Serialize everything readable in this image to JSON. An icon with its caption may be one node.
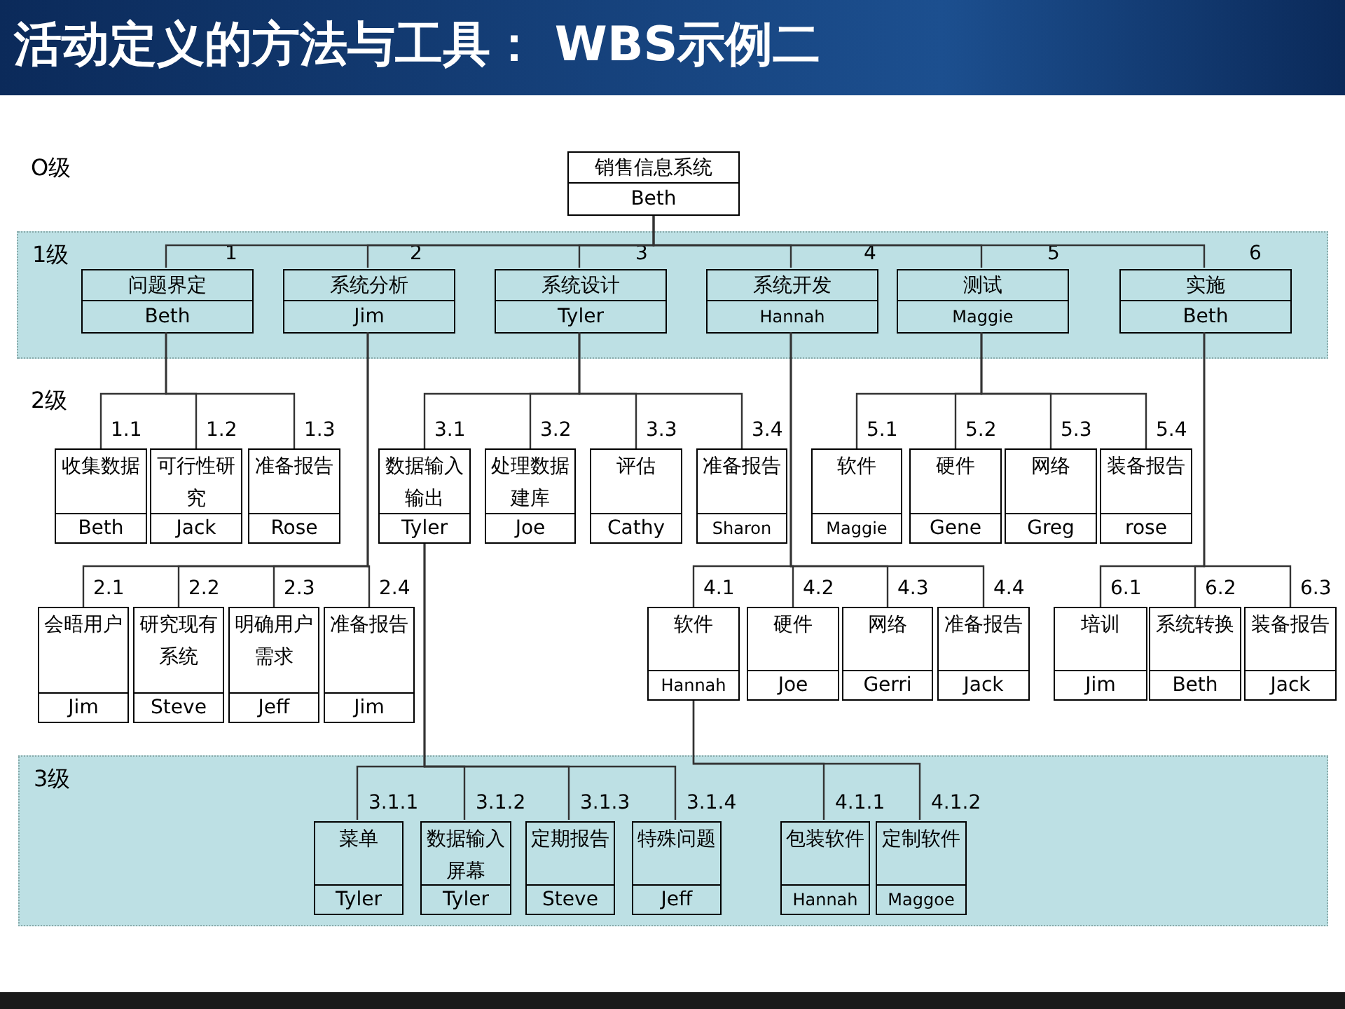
{
  "diagram": {
    "title": "活动定义的方法与工具： WBS示例二",
    "nodes": [
      {
        "text": [
          "销售信息系统",
          "Beth"
        ]
      },
      {
        "text": [
          "1级"
        ]
      },
      {
        "text": [
          "问题界定",
          "Beth"
        ],
        "in": 1,
        "beside": [
          "1"
        ]
      },
      {
        "text": [
          "系统分析",
          "Jim"
        ],
        "in": 1,
        "beside": [
          "2"
        ]
      },
      {
        "text": [
          "系统设计",
          "Tyler"
        ],
        "in": 1,
        "beside": [
          "3"
        ]
      },
      {
        "text": [
          "系统开发",
          "Hannah"
        ],
        "in": 1,
        "beside": [
          "4"
        ]
      },
      {
        "text": [
          "测试",
          "Maggie"
        ],
        "in": 1,
        "beside": [
          "5"
        ]
      },
      {
        "text": [
          "实施",
          "Beth"
        ],
        "in": 1,
        "beside": [
          "6"
        ]
      },
      {
        "text": [
          "收集数据",
          "Beth"
        ],
        "beside": [
          "1.1"
        ]
      },
      {
        "text": [
          "可行性研究",
          "Jack"
        ],
        "beside": [
          "1.2"
        ]
      },
      {
        "text": [
          "准备报告",
          "Rose"
        ],
        "beside": [
          "1.3"
        ]
      },
      {
        "text": [
          "数据输入输出",
          "Tyler"
        ],
        "beside": [
          "3.1"
        ]
      },
      {
        "text": [
          "处理数据建库",
          "Joe"
        ],
        "beside": [
          "3.2"
        ]
      },
      {
        "text": [
          "评估",
          "Cathy"
        ],
        "beside": [
          "3.3"
        ]
      },
      {
        "text": [
          "准备报告",
          "Sharon"
        ],
        "beside": [
          "3.4"
        ]
      },
      {
        "text": [
          "软件",
          "Maggie"
        ],
        "beside": [
          "5.1"
        ]
      },
      {
        "text": [
          "硬件",
          "Gene"
        ],
        "beside": [
          "5.2"
        ]
      },
      {
        "text": [
          "网络",
          "Greg"
        ],
        "beside": [
          "5.3"
        ]
      },
      {
        "text": [
          "装备报告",
          "rose"
        ],
        "beside": [
          "5.4"
        ]
      },
      {
        "text": [
          "会晤用户",
          "Jim"
        ],
        "beside": [
          "2.1"
        ]
      },
      {
        "text": [
          "研究现有系统",
          "Steve"
        ],
        "beside": [
          "2.2"
        ]
      },
      {
        "text": [
          "明确用户需求",
          "Jeff"
        ],
        "beside": [
          "2.3"
        ]
      },
      {
        "text": [
          "准备报告",
          "Jim"
        ],
        "beside": [
          "2.4"
        ]
      },
      {
        "text": [
          "软件",
          "Hannah"
        ],
        "beside": [
          "4.1"
        ]
      },
      {
        "text": [
          "硬件",
          "Joe"
        ],
        "beside": [
          "4.2"
        ]
      },
      {
        "text": [
          "网络",
          "Gerri"
        ],
        "beside": [
          "4.3"
        ]
      },
      {
        "text": [
          "准备报告",
          "Jack"
        ],
        "beside": [
          "4.4"
        ]
      },
      {
        "text": [
          "培训",
          "Jim"
        ],
        "beside": [
          "6.1"
        ]
      },
      {
        "text": [
          "系统转换",
          "Beth"
        ],
        "beside": [
          "6.2"
        ]
      },
      {
        "text": [
          "装备报告",
          "Jack"
        ],
        "beside": [
          "6.3"
        ]
      },
      {
        "text": [
          "3级"
        ]
      },
      {
        "text": [
          "菜单",
          "Tyler"
        ],
        "in": 30,
        "beside": [
          "3.1.1"
        ]
      },
      {
        "text": [
          "数据输入屏幕",
          "Tyler"
        ],
        "in": 30,
        "beside": [
          "3.1.2"
        ]
      },
      {
        "text": [
          "定期报告",
          "Steve"
        ],
        "in": 30,
        "beside": [
          "3.1.3"
        ]
      },
      {
        "text": [
          "特殊问题",
          "Jeff"
        ],
        "in": 30,
        "beside": [
          "3.1.4"
        ]
      },
      {
        "text": [
          "包装软件",
          "Hannah"
        ],
        "in": 30,
        "beside": [
          "4.1.1"
        ]
      },
      {
        "text": [
          "定制软件",
          "Maggoe"
        ],
        "in": 30,
        "beside": [
          "4.1.2"
        ]
      }
    ],
    "edges": [
      {
        "from": 0,
        "to": 2,
        "arrow": "none"
      },
      {
        "from": 0,
        "to": 3,
        "arrow": "none"
      },
      {
        "from": 0,
        "to": 4,
        "arrow": "none"
      },
      {
        "from": 0,
        "to": 5,
        "arrow": "none"
      },
      {
        "from": 0,
        "to": 6,
        "arrow": "none"
      },
      {
        "from": 0,
        "to": 7,
        "arrow": "none"
      },
      {
        "from": 2,
        "to": 8,
        "arrow": "none"
      },
      {
        "from": 2,
        "to": 9,
        "arrow": "none"
      },
      {
        "from": 2,
        "to": 10,
        "arrow": "none"
      },
      {
        "from": 3,
        "to": 19,
        "arrow": "none"
      },
      {
        "from": 3,
        "to": 20,
        "arrow": "none"
      },
      {
        "from": 3,
        "to": 21,
        "arrow": "none"
      },
      {
        "from": 3,
        "to": 22,
        "arrow": "none"
      },
      {
        "from": 4,
        "to": 11,
        "arrow": "none"
      },
      {
        "from": 4,
        "to": 12,
        "arrow": "none"
      },
      {
        "from": 4,
        "to": 13,
        "arrow": "none"
      },
      {
        "from": 4,
        "to": 14,
        "arrow": "none"
      },
      {
        "from": 5,
        "to": 23,
        "arrow": "none"
      },
      {
        "from": 5,
        "to": 24,
        "arrow": "none"
      },
      {
        "from": 5,
        "to": 25,
        "arrow": "none"
      },
      {
        "from": 5,
        "to": 26,
        "arrow": "none"
      },
      {
        "from": 6,
        "to": 15,
        "arrow": "none"
      },
      {
        "from": 6,
        "to": 16,
        "arrow": "none"
      },
      {
        "from": 6,
        "to": 17,
        "arrow": "none"
      },
      {
        "from": 6,
        "to": 18,
        "arrow": "none"
      },
      {
        "from": 7,
        "to": 27,
        "arrow": "none"
      },
      {
        "from": 7,
        "to": 28,
        "arrow": "none"
      },
      {
        "from": 7,
        "to": 29,
        "arrow": "none"
      },
      {
        "from": 11,
        "to": 31,
        "arrow": "none"
      },
      {
        "from": 11,
        "to": 32,
        "arrow": "none"
      },
      {
        "from": 11,
        "to": 33,
        "arrow": "none"
      },
      {
        "from": 11,
        "to": 34,
        "arrow": "none"
      },
      {
        "from": 23,
        "to": 35,
        "arrow": "none"
      },
      {
        "from": 23,
        "to": 36,
        "arrow": "none"
      }
    ],
    "labels": [
      "O级",
      "2级"
    ]
  }
}
